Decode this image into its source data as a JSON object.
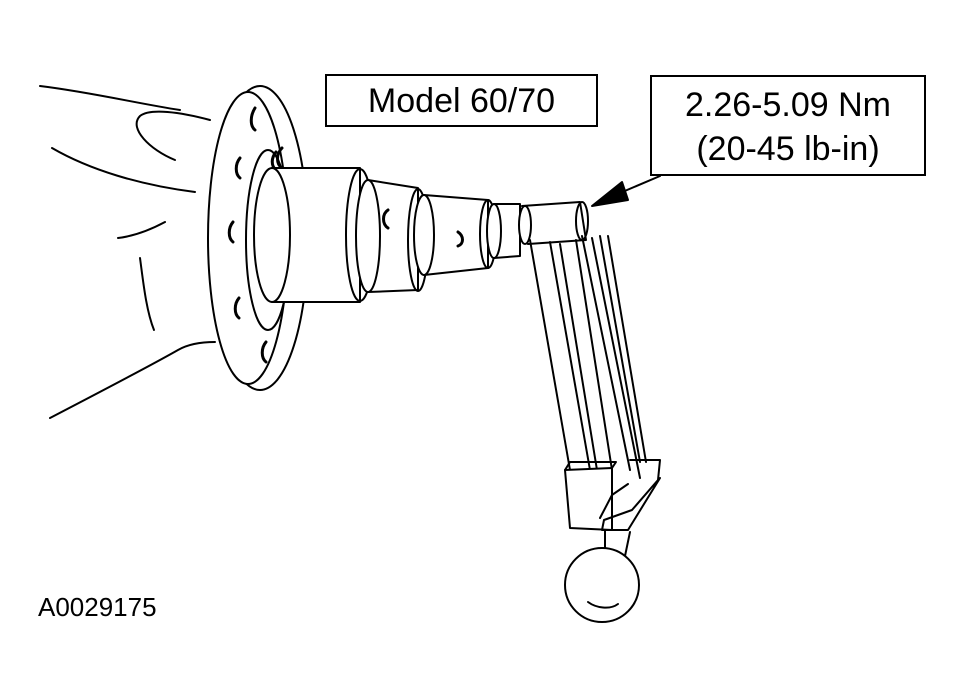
{
  "model_label": "Model 60/70",
  "torque_label": {
    "metric": "2.26-5.09 Nm",
    "imperial": "(20-45 lb-in)"
  },
  "figure_id": "A0029175",
  "colors": {
    "line": "#000000",
    "background": "#ffffff"
  },
  "icons": [
    "hand",
    "flange",
    "axle-shaft",
    "torque-wrench",
    "pointer-arrow"
  ]
}
